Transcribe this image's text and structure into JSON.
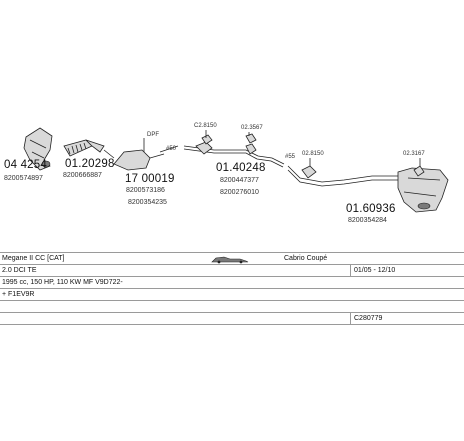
{
  "parts": [
    {
      "code": "04 4254",
      "ref": "8200574897"
    },
    {
      "code": "01.20298",
      "ref": "8200666887"
    },
    {
      "code": "17 00019",
      "ref": "8200573186",
      "ref2": "8200354235"
    },
    {
      "code": "01.40248",
      "ref": "8200447377",
      "ref2": "8200276010"
    },
    {
      "code": "01.60936",
      "ref": "8200354284"
    }
  ],
  "callouts": {
    "c1": "C2.8150",
    "c2": "02.3567",
    "c3": "02.8150",
    "c4": "02.3167",
    "c5": "DPF",
    "c6": "#50",
    "c7": "#55"
  },
  "info": {
    "model": "Megane II CC [CAT]",
    "body": "Cabrio Coupé",
    "engine": "2.0 DCI TE",
    "years": "01/05 - 12/10",
    "spec": "1995 cc, 150 HP, 110 KW MF V9D722-",
    "note": "+ F1EV9R",
    "code": "C280779"
  },
  "colors": {
    "line": "#9a9a9a",
    "part": "#d9d9d9",
    "stroke": "#222222"
  }
}
